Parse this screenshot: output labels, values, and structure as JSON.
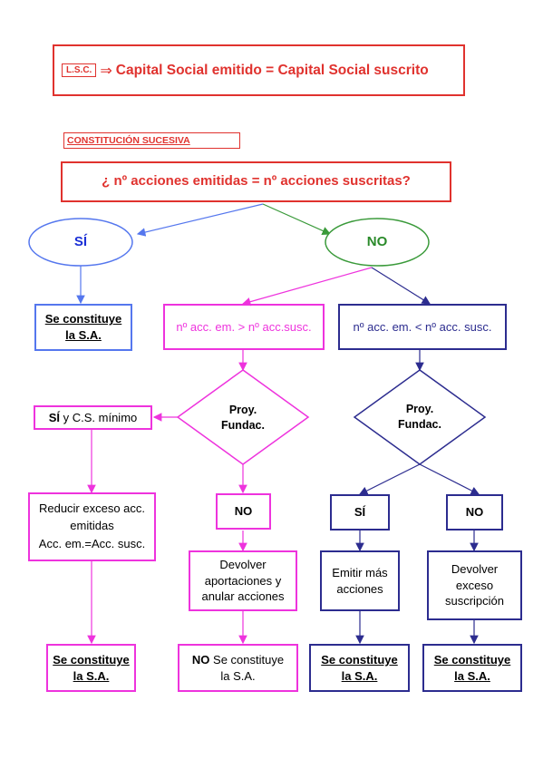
{
  "header": {
    "tag": "L.S.C.",
    "arrow": "⇒",
    "text": "Capital Social emitido = Capital Social suscrito"
  },
  "section_label": "CONSTITUCIÓN SUCESIVA",
  "question": "¿ nº acciones emitidas = nº acciones suscritas?",
  "yes_ellipse": "SÍ",
  "no_ellipse": "NO",
  "result_left": {
    "line1": "Se constituye",
    "line2": "la S.A."
  },
  "case_gt": "nº acc. em. > nº acc.susc.",
  "case_lt": "nº acc. em. < nº acc. susc.",
  "diamond_left": {
    "line1": "Proy.",
    "line2": "Fundac."
  },
  "diamond_right": {
    "line1": "Proy.",
    "line2": "Fundac."
  },
  "si_min": {
    "bold": "SÍ",
    "rest": " y C.S. mínimo"
  },
  "reduce": {
    "line1": "Reducir exceso acc.",
    "line2": "emitidas",
    "line3": "Acc. em.=Acc. susc."
  },
  "no_mid": "NO",
  "devolver_anular": {
    "line1": "Devolver",
    "line2": "aportaciones y",
    "line3": "anular acciones"
  },
  "si_right": "SÍ",
  "no_right": "NO",
  "emitir": {
    "line1": "Emitir más",
    "line2": "acciones"
  },
  "devolver_exceso": {
    "line1": "Devolver",
    "line2": "exceso",
    "line3": "suscripción"
  },
  "bottom": {
    "b1": {
      "line1": "Se constituye",
      "line2": "la S.A."
    },
    "b2": {
      "bold": "NO",
      "rest": " Se constituye",
      "line2": "la S.A."
    },
    "b3": {
      "line1": "Se constituye",
      "line2": "la S.A."
    },
    "b4": {
      "line1": "Se constituye",
      "line2": "la S.A."
    }
  },
  "colors": {
    "red": "#e0322e",
    "blue": "#5577ee",
    "green": "#3a9a3a",
    "navy": "#2c2c8f",
    "magenta": "#ee33dd"
  }
}
